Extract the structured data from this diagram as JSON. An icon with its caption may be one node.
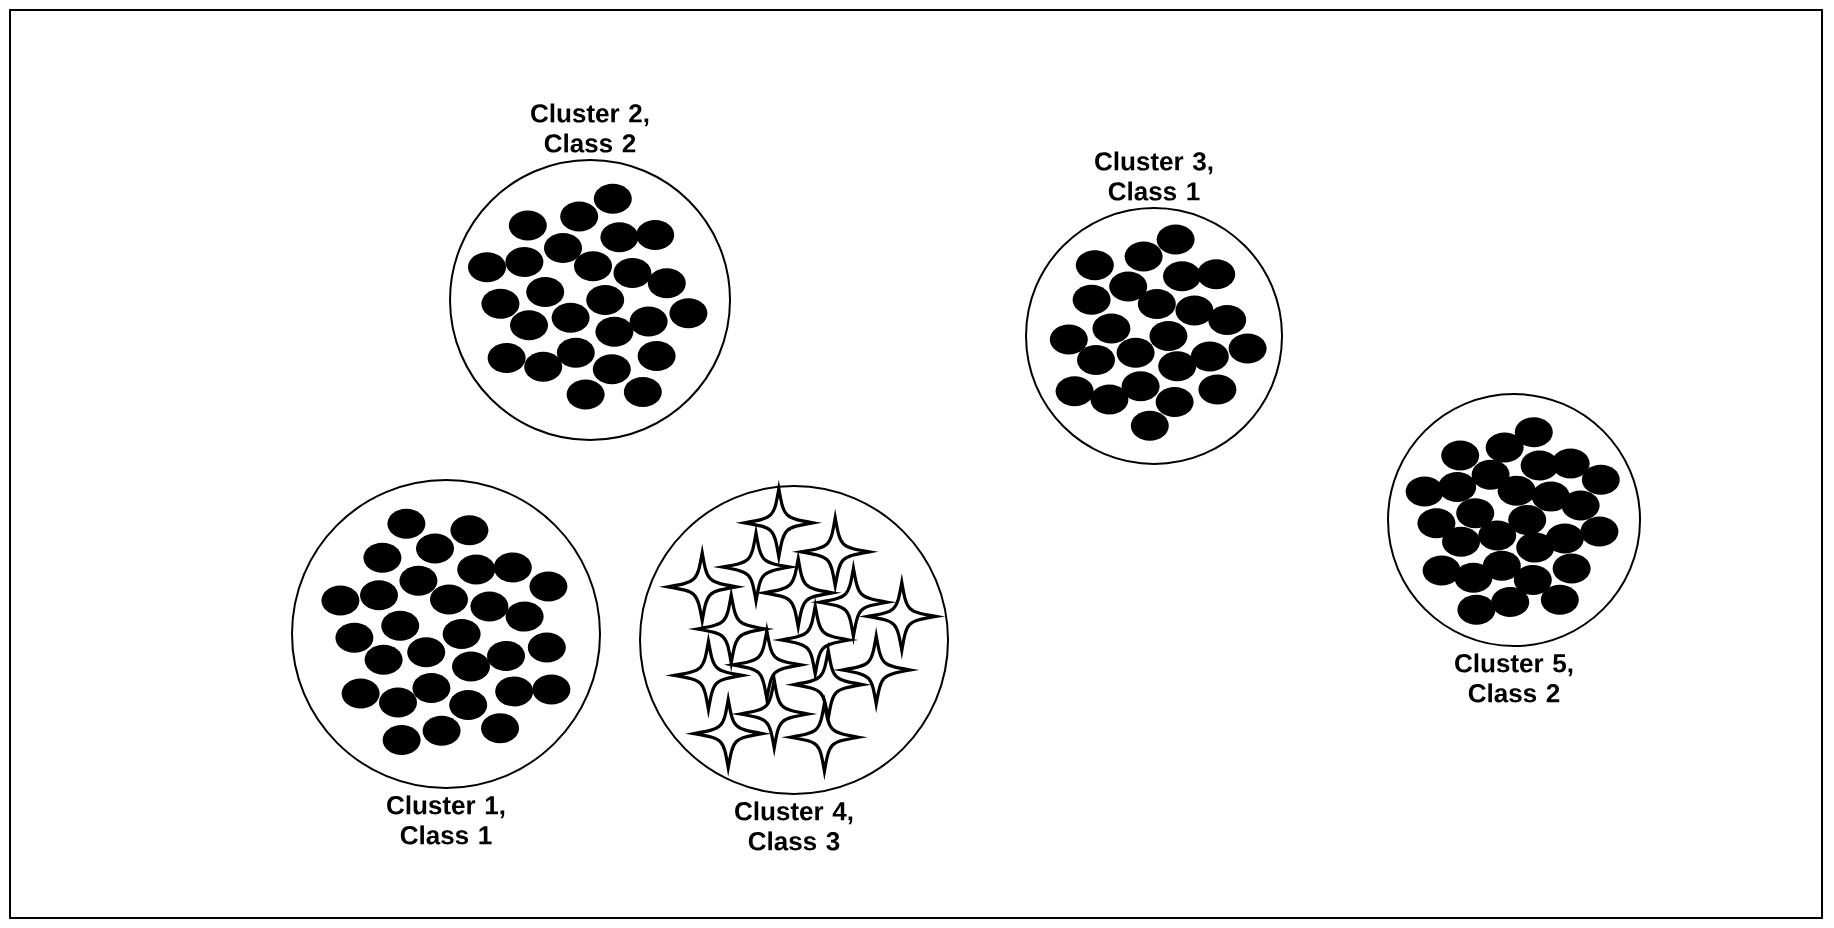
{
  "diagram": {
    "nodes": [
      {
        "text": [
          "Cluster 2, Class 2"
        ]
      },
      {
        "text": [
          "Cluster 3, Class 1"
        ]
      },
      {
        "text": [
          "Cluster 1, Class 1"
        ]
      },
      {
        "text": [
          "Cluster 4, Class 3"
        ]
      },
      {
        "text": [
          "Cluster 5, Class 2"
        ]
      }
    ]
  }
}
